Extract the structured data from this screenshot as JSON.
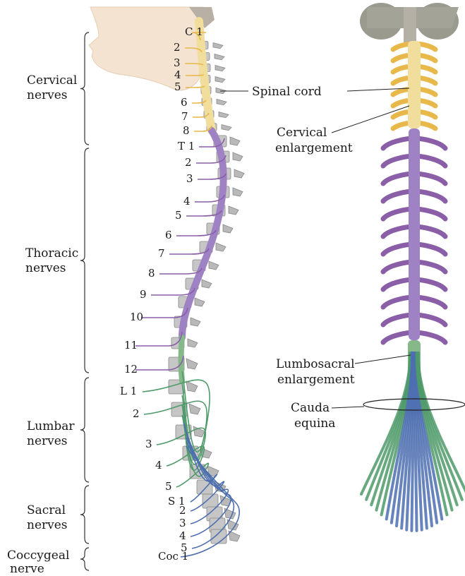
{
  "groups": [
    {
      "line1": "Cervical",
      "line2": "nerves"
    },
    {
      "line1": "Thoracic",
      "line2": "nerves"
    },
    {
      "line1": "Lumbar",
      "line2": "nerves"
    },
    {
      "line1": "Sacral",
      "line2": "nerves"
    },
    {
      "line1": "Coccygeal",
      "line2": "nerve"
    }
  ],
  "nerves": [
    {
      "label": "C 1",
      "region": "cervical"
    },
    {
      "label": "2",
      "region": "cervical"
    },
    {
      "label": "3",
      "region": "cervical"
    },
    {
      "label": "4",
      "region": "cervical"
    },
    {
      "label": "5",
      "region": "cervical"
    },
    {
      "label": "6",
      "region": "cervical"
    },
    {
      "label": "7",
      "region": "cervical"
    },
    {
      "label": "8",
      "region": "cervical"
    },
    {
      "label": "T 1",
      "region": "thoracic"
    },
    {
      "label": "2",
      "region": "thoracic"
    },
    {
      "label": "3",
      "region": "thoracic"
    },
    {
      "label": "4",
      "region": "thoracic"
    },
    {
      "label": "5",
      "region": "thoracic"
    },
    {
      "label": "6",
      "region": "thoracic"
    },
    {
      "label": "7",
      "region": "thoracic"
    },
    {
      "label": "8",
      "region": "thoracic"
    },
    {
      "label": "9",
      "region": "thoracic"
    },
    {
      "label": "10",
      "region": "thoracic"
    },
    {
      "label": "11",
      "region": "thoracic"
    },
    {
      "label": "12",
      "region": "thoracic"
    },
    {
      "label": "L 1",
      "region": "lumbar"
    },
    {
      "label": "2",
      "region": "lumbar"
    },
    {
      "label": "3",
      "region": "lumbar"
    },
    {
      "label": "4",
      "region": "lumbar"
    },
    {
      "label": "5",
      "region": "lumbar"
    },
    {
      "label": "S 1",
      "region": "sacral"
    },
    {
      "label": "2",
      "region": "sacral"
    },
    {
      "label": "3",
      "region": "sacral"
    },
    {
      "label": "4",
      "region": "sacral"
    },
    {
      "label": "5",
      "region": "sacral"
    },
    {
      "label": "Coc 1",
      "region": "coccygeal"
    }
  ],
  "callouts": {
    "spinal_cord": "Spinal cord",
    "cervical_enlargement_1": "Cervical",
    "cervical_enlargement_2": "enlargement",
    "lumbosacral_enlargement_1": "Lumbosacral",
    "lumbosacral_enlargement_2": "enlargement",
    "cauda_equina_1": "Cauda",
    "cauda_equina_2": "equina"
  },
  "colors": {
    "cervical": "#e8b84a",
    "thoracic": "#8a5fa8",
    "lumbar": "#4f9a6a",
    "sacral": "#4d6fb0",
    "coccygeal": "#4d6fb0",
    "cord_cervical": "#f1dd9c",
    "cord_thoracic": "#9f82c4",
    "cord_lumbar": "#86b98a",
    "vertebra": "#c6c6c6",
    "skin": "#f4e3d1",
    "brain": "#9a9a8f"
  }
}
